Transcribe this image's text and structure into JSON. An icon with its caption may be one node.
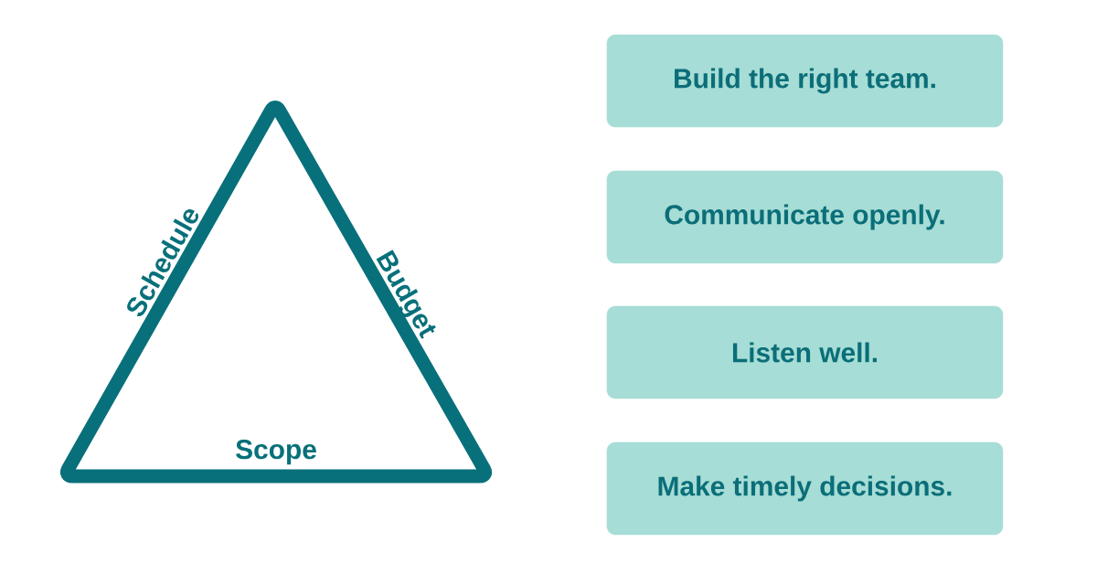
{
  "diagram": {
    "nodes": [
      {
        "text": [
          "Schedule",
          "Budget",
          "Scope"
        ]
      },
      {
        "text": [
          "Build the right team."
        ]
      },
      {
        "text": [
          "Communicate openly."
        ]
      },
      {
        "text": [
          "Listen well."
        ]
      },
      {
        "text": [
          "Make timely decisions."
        ]
      }
    ]
  }
}
